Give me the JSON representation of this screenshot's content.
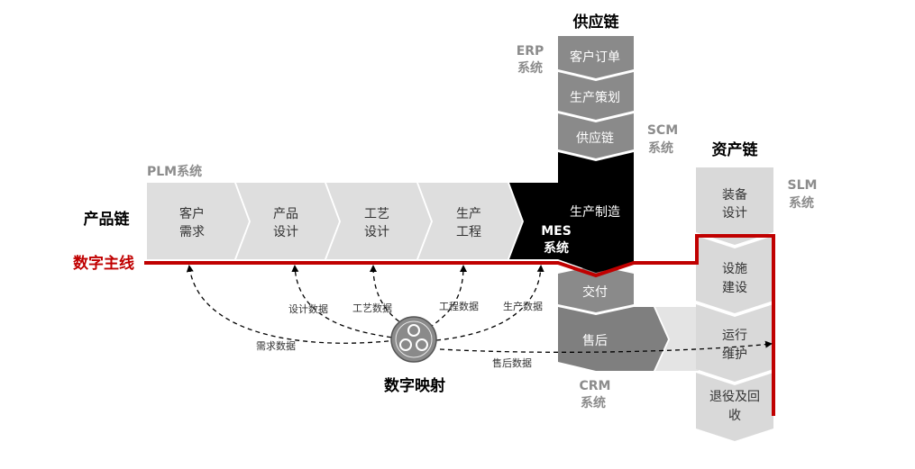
{
  "chains": {
    "supply": "供应链",
    "product": "产品链",
    "asset": "资产链"
  },
  "thread_label": "数字主线",
  "systems": {
    "erp": [
      "ERP",
      "系统"
    ],
    "plm": "PLM系统",
    "scm": [
      "SCM",
      "系统"
    ],
    "slm": [
      "SLM",
      "系统"
    ],
    "mes": [
      "MES",
      "系统"
    ],
    "crm": [
      "CRM",
      "系统"
    ]
  },
  "supply_steps": [
    "客户订单",
    "生产策划",
    "供应链"
  ],
  "product_steps": [
    [
      "客户",
      "需求"
    ],
    [
      "产品",
      "设计"
    ],
    [
      "工艺",
      "设计"
    ],
    [
      "生产",
      "工程"
    ]
  ],
  "manufacturing": "生产制造",
  "delivery": "交付",
  "after_sales": "售后",
  "asset_steps": [
    [
      "装备",
      "设计"
    ],
    [
      "设施",
      "建设"
    ],
    [
      "运行",
      "维护"
    ],
    [
      "退役及回",
      "收"
    ]
  ],
  "data_flows": [
    "需求数据",
    "设计数据",
    "工艺数据",
    "工程数据",
    "生产数据",
    "售后数据"
  ],
  "digital_mapping": "数字映射",
  "colors": {
    "thread": "#c00000",
    "dark_gray": "#8a8a8a",
    "medium_gray": "#7f7f7f",
    "light_gray": "#dcdcdc",
    "black": "#000000",
    "system_text": "#8c8c8c"
  }
}
